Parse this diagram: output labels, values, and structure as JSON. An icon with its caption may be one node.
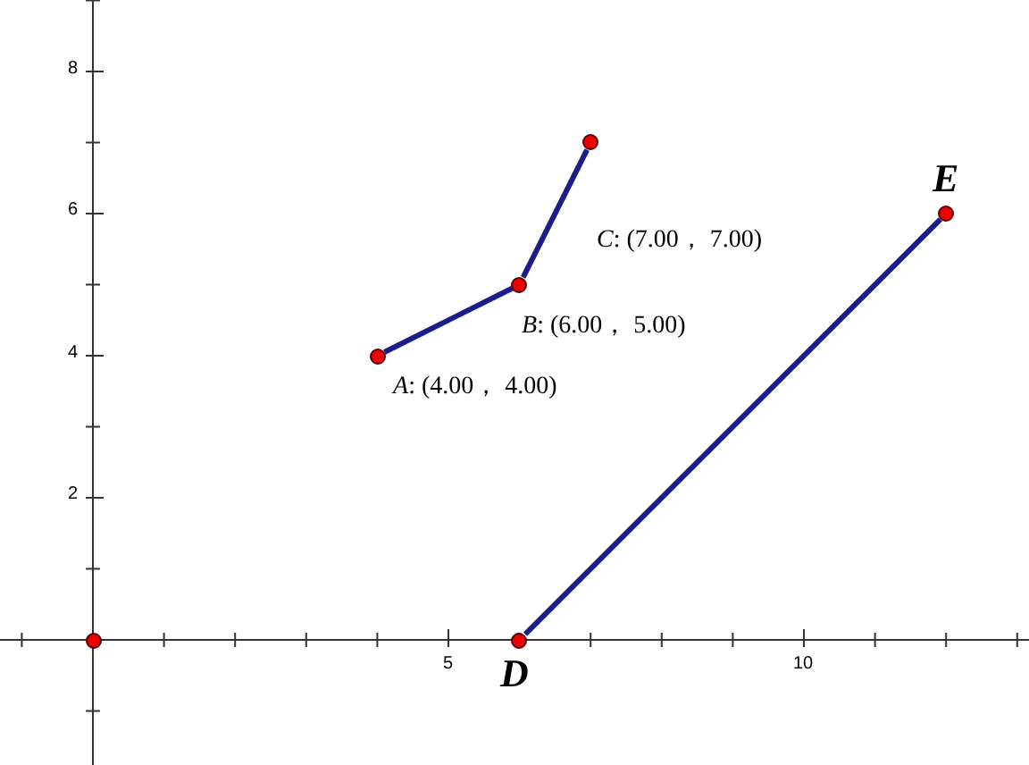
{
  "diagram": {
    "nodes": [
      {
        "text": [],
        "shape": "circle"
      },
      {
        "text": [],
        "shape": "circle",
        "beside": [
          "*A*: (4.00， 4.00)"
        ]
      },
      {
        "text": [],
        "shape": "circle",
        "beside": [
          "*B*: (6.00， 5.00)"
        ]
      },
      {
        "text": [],
        "shape": "circle",
        "beside": [
          "*C*: (7.00， 7.00)"
        ]
      },
      {
        "text": [],
        "shape": "circle",
        "beside": [
          "D"
        ]
      },
      {
        "text": [],
        "shape": "circle",
        "beside": [
          "E"
        ]
      }
    ],
    "edges": [
      {
        "from": 1,
        "to": 2,
        "arrow": "none"
      },
      {
        "from": 2,
        "to": 3,
        "arrow": "none"
      },
      {
        "from": 4,
        "to": 5,
        "arrow": "none"
      }
    ],
    "labels": [
      "8",
      "6",
      "4",
      "2",
      "5",
      "10"
    ]
  }
}
